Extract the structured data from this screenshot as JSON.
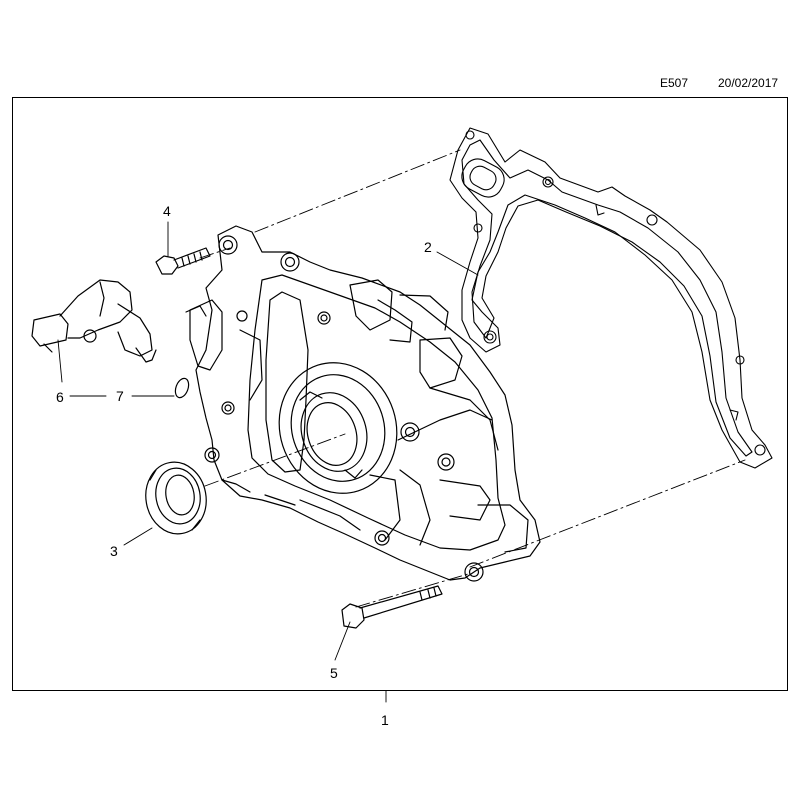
{
  "header": {
    "code": "E507",
    "date": "20/02/2017"
  },
  "colors": {
    "line": "#000000",
    "background": "#ffffff"
  },
  "callouts": [
    {
      "id": "c1",
      "label": "1"
    },
    {
      "id": "c2",
      "label": "2"
    },
    {
      "id": "c3",
      "label": "3"
    },
    {
      "id": "c4",
      "label": "4"
    },
    {
      "id": "c5",
      "label": "5"
    },
    {
      "id": "c6",
      "label": "6"
    },
    {
      "id": "c7",
      "label": "7"
    }
  ]
}
